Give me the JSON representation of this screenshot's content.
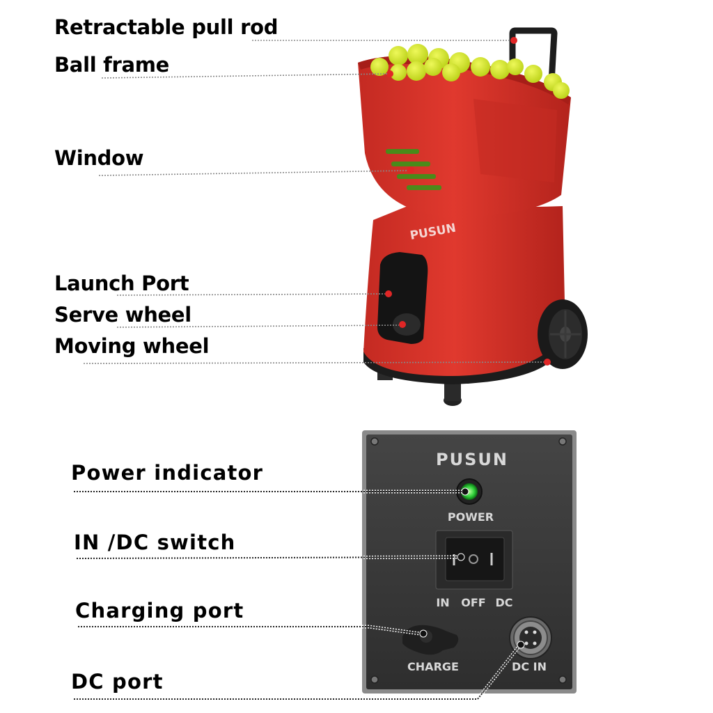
{
  "machine_labels": [
    {
      "text": "Retractable pull rod"
    },
    {
      "text": "Ball frame"
    },
    {
      "text": "Window"
    },
    {
      "text": "Launch Port"
    },
    {
      "text": "Serve wheel"
    },
    {
      "text": "Moving wheel"
    }
  ],
  "panel_labels": [
    {
      "text": "Power indicator"
    },
    {
      "text": "IN /DC switch"
    },
    {
      "text": "Charging port"
    },
    {
      "text": "DC port"
    }
  ],
  "brand": "PUSUN",
  "panel": {
    "brand": "PUSUN",
    "power": "POWER",
    "switch_in": "IN",
    "switch_off": "OFF",
    "switch_dc": "DC",
    "charge": "CHARGE",
    "dc_in": "DC IN"
  },
  "colors": {
    "machine_red": "#d8322a",
    "ball_yellow": "#d4e82a",
    "panel_dark": "#3a3a3a",
    "power_led": "#2fcf3a"
  }
}
